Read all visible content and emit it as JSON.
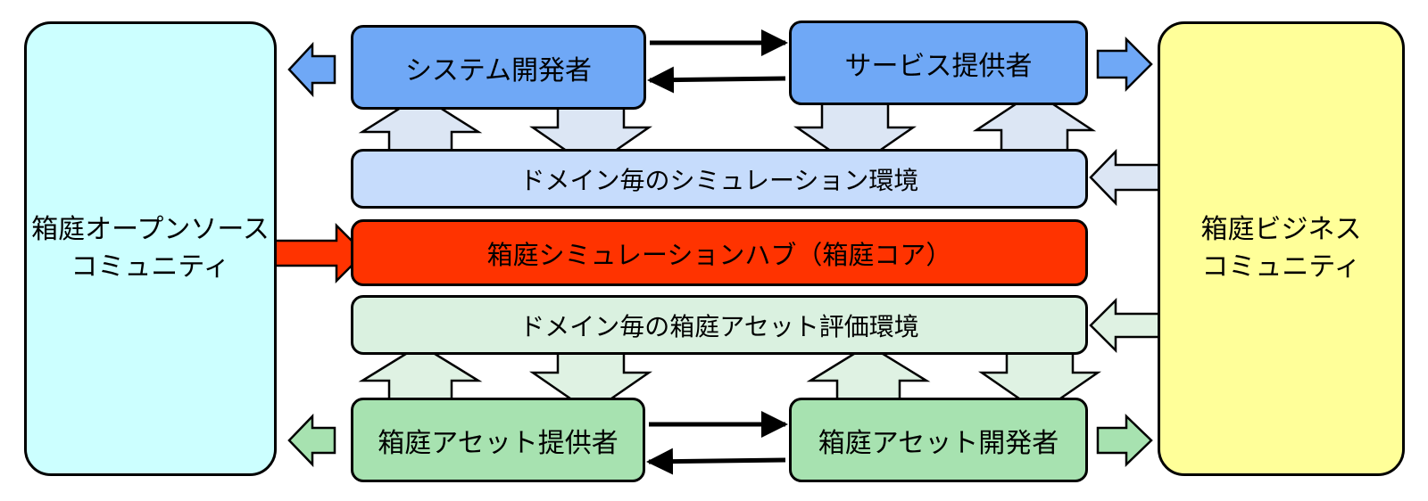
{
  "colors": {
    "oss_community": "#ccffff",
    "business_community": "#ffff99",
    "actor_blue": "#6fa8f6",
    "sim_env": "#c6dcfc",
    "hub": "#ff3300",
    "eval_env": "#daf1e0",
    "actor_green": "#a7e2b0",
    "arrow_blue_light": "#dce6f4",
    "arrow_green_light": "#dff2e3",
    "arrow_blue_side": "#6fa8f6",
    "arrow_green_side": "#a7e2b0",
    "arrow_hub": "#ff3300"
  },
  "left_community": {
    "line1": "箱庭オープンソース",
    "line2": "コミュニティ"
  },
  "right_community": {
    "line1": "箱庭ビジネス",
    "line2": "コミュニティ"
  },
  "top_actors": {
    "left": "システム開発者",
    "right": "サービス提供者"
  },
  "bands": {
    "simulation_env": "ドメイン毎のシミュレーション環境",
    "hub": "箱庭シミュレーションハブ（箱庭コア）",
    "asset_eval_env": "ドメイン毎の箱庭アセット評価環境"
  },
  "bottom_actors": {
    "left": "箱庭アセット提供者",
    "right": "箱庭アセット開発者"
  }
}
